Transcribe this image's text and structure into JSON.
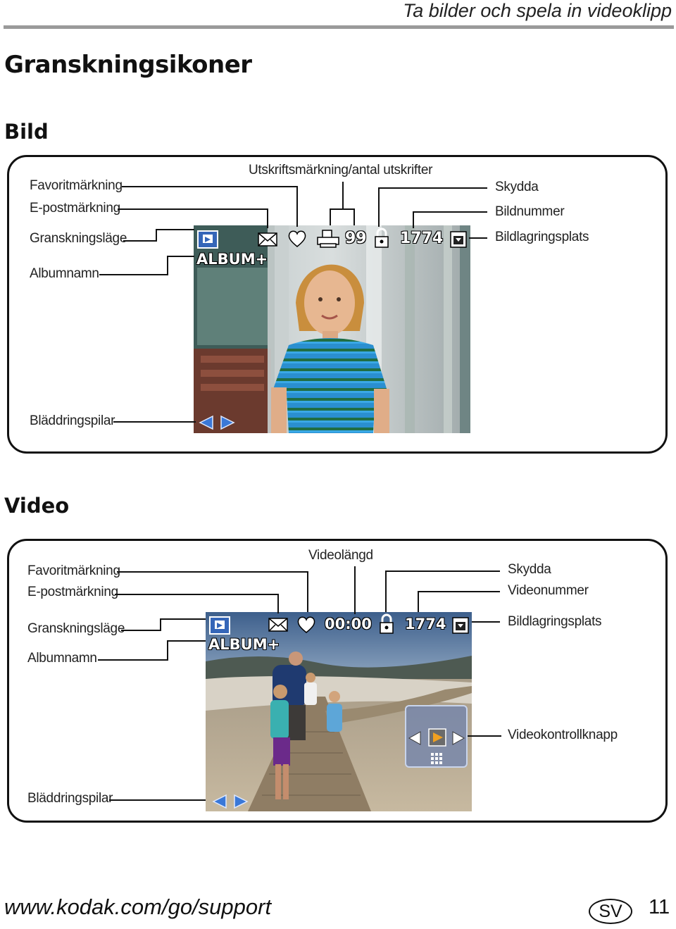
{
  "header": {
    "running_title": "Ta bilder och spela in videoklipp"
  },
  "page_title": "Granskningsikoner",
  "picture": {
    "heading": "Bild",
    "labels": {
      "favorite": "Favoritmärkning",
      "email": "E-postmärkning",
      "review_mode": "Granskningsläge",
      "album_name": "Albumnamn",
      "print": "Utskriftsmärkning/antal utskrifter",
      "protect": "Skydda",
      "picture_number": "Bildnummer",
      "storage": "Bildlagringsplats",
      "scroll_arrows": "Bläddringspilar"
    },
    "screen": {
      "album": "ALBUM+",
      "print_count": "99",
      "image_number": "1774"
    }
  },
  "video": {
    "heading": "Video",
    "labels": {
      "favorite": "Favoritmärkning",
      "email": "E-postmärkning",
      "review_mode": "Granskningsläge",
      "album_name": "Albumnamn",
      "length": "Videolängd",
      "protect": "Skydda",
      "video_number": "Videonummer",
      "storage": "Bildlagringsplats",
      "control": "Videokontrollknapp",
      "scroll_arrows": "Bläddringspilar"
    },
    "screen": {
      "album": "ALBUM+",
      "duration": "00:00",
      "video_number": "1774"
    }
  },
  "footer": {
    "url": "www.kodak.com/go/support",
    "language": "SV",
    "page_number": "11"
  },
  "colors": {
    "rule": "#9a9a9a",
    "arrow_blue": "#3a78d8",
    "play_orange": "#f0a020"
  }
}
